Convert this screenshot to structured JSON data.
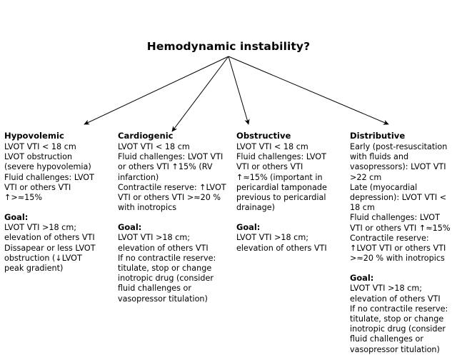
{
  "title": "Hemodynamic instability?",
  "goal_label": "Goal:",
  "columns": [
    {
      "heading": "Hypovolemic",
      "body": "LVOT VTI < 18 cm\nLVOT obstruction\n(severe hypovolemia)\nFluid challenges: LVOT\nVTI or others VTI\n↑>≈15%",
      "goal": "LVOT VTI >18 cm;\nelevation of others VTI\nDissapear or less LVOT\nobstruction (↓LVOT\npeak gradient)"
    },
    {
      "heading": "Cardiogenic",
      "body": "LVOT VTI < 18 cm\nFluid challenges: LVOT VTI\nor others VTI ↑15% (RV\ninfarction)\nContractile reserve: ↑LVOT\nVTI or others VTI >≈20 %\nwith inotropics",
      "goal": "LVOT VTI >18 cm;\nelevation of others VTI\nIf no contractile reserve:\ntitulate, stop or change\ninotropic drug (consider\nfluid challenges or\nvasopressor titulation)"
    },
    {
      "heading": "Obstructive",
      "body": "LVOT VTI < 18 cm\nFluid challenges: LVOT\nVTI or others VTI\n↑≈15% (important in\npericardial tamponade\nprevious to pericardial\ndrainage)",
      "goal": "LVOT VTI >18 cm;\nelevation of others VTI"
    },
    {
      "heading": "Distributive",
      "body": "Early (post-resuscitation\nwith fluids and\nvasopressors): LVOT VTI\n>22 cm\nLate (myocardial\ndepression): LVOT VTI <\n18 cm\nFluid challenges: LVOT\nVTI or others VTI ↑≈15%\nContractile reserve:\n↑LVOT VTI or others VTI\n>≈20 % with inotropics",
      "goal": "LVOT VTI >18 cm;\nelevation of others VTI\nIf no contractile reserve:\ntitulate, stop or change\ninotropic drug (consider\nfluid challenges or\nvasopressor titulation)"
    }
  ],
  "colors": {
    "background": "#ffffff",
    "text": "#000000",
    "arrow": "#000000"
  }
}
